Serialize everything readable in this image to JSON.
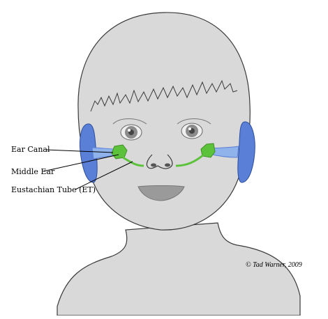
{
  "labels": {
    "ear_canal": "Ear Canal",
    "middle_ear": "Middle Ear",
    "eustachian_tube": "Eustachian Tube (ET)"
  },
  "credit": "© Tad Warner, 2009",
  "colors": {
    "skin": "#d9d9d9",
    "outline": "#3a3a3a",
    "ear_blue": "#5a7fd6",
    "canal_blue": "#8fb3ea",
    "green": "#5cc13b",
    "eye_grey": "#8c8c8c",
    "mouth": "#9a9a9a"
  }
}
